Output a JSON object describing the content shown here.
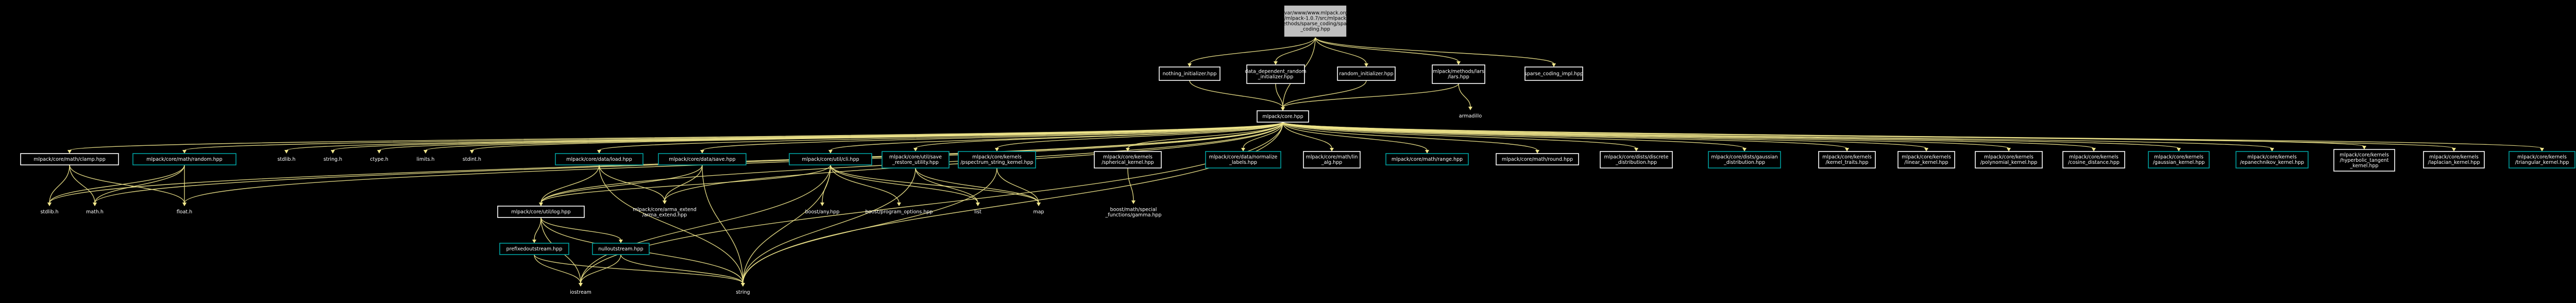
{
  "diagram": {
    "colors": {
      "background": "#000000",
      "edge": "#f0e68c",
      "box_border": "#ffffff",
      "linked_border": "#00a0a0",
      "root_fill": "#bfbfbf",
      "text": "#ffffff"
    },
    "nodes": [
      {
        "id": "root",
        "kind": "root",
        "lines": [
          "/var/www/www.mlpack.org",
          "/mlpack-1.0.7/src/mlpack",
          "/methods/sparse_coding/sparse",
          "_coding.hpp"
        ]
      },
      {
        "id": "nothing_init",
        "kind": "file",
        "lines": [
          "nothing_initializer.hpp"
        ]
      },
      {
        "id": "dd_random_init",
        "kind": "file",
        "lines": [
          "data_dependent_random",
          "_initializer.hpp"
        ]
      },
      {
        "id": "random_init",
        "kind": "file",
        "lines": [
          "random_initializer.hpp"
        ]
      },
      {
        "id": "lars",
        "kind": "file",
        "lines": [
          "mlpack/methods/lars",
          "/lars.hpp"
        ]
      },
      {
        "id": "sc_impl",
        "kind": "file",
        "lines": [
          "sparse_coding_impl.hpp"
        ]
      },
      {
        "id": "core",
        "kind": "file",
        "lines": [
          "mlpack/core.hpp"
        ]
      },
      {
        "id": "armadillo",
        "kind": "plain",
        "lines": [
          "armadillo"
        ]
      },
      {
        "id": "clamp",
        "kind": "file",
        "lines": [
          "mlpack/core/math/clamp.hpp"
        ]
      },
      {
        "id": "random",
        "kind": "linked",
        "lines": [
          "mlpack/core/math/random.hpp"
        ]
      },
      {
        "id": "stdlib",
        "kind": "plain",
        "lines": [
          "stdlib.h"
        ]
      },
      {
        "id": "string_h",
        "kind": "plain",
        "lines": [
          "string.h"
        ]
      },
      {
        "id": "ctype",
        "kind": "plain",
        "lines": [
          "ctype.h"
        ]
      },
      {
        "id": "limits",
        "kind": "plain",
        "lines": [
          "limits.h"
        ]
      },
      {
        "id": "stdint",
        "kind": "plain",
        "lines": [
          "stdint.h"
        ]
      },
      {
        "id": "data_load",
        "kind": "linked",
        "lines": [
          "mlpack/core/data/load.hpp"
        ]
      },
      {
        "id": "data_save",
        "kind": "linked",
        "lines": [
          "mlpack/core/data/save.hpp"
        ]
      },
      {
        "id": "cli",
        "kind": "linked",
        "lines": [
          "mlpack/core/util/cli.hpp"
        ]
      },
      {
        "id": "save_restore",
        "kind": "linked",
        "lines": [
          "mlpack/core/util/save",
          "_restore_utility.hpp"
        ]
      },
      {
        "id": "pspectrum",
        "kind": "linked",
        "lines": [
          "mlpack/core/kernels",
          "/pspectrum_string_kernel.hpp"
        ]
      },
      {
        "id": "spherical",
        "kind": "file",
        "lines": [
          "mlpack/core/kernels",
          "/spherical_kernel.hpp"
        ]
      },
      {
        "id": "normalize",
        "kind": "linked",
        "lines": [
          "mlpack/core/data/normalize",
          "_labels.hpp"
        ]
      },
      {
        "id": "lin_alg",
        "kind": "file",
        "lines": [
          "mlpack/core/math/lin",
          "_alg.hpp"
        ]
      },
      {
        "id": "range",
        "kind": "linked",
        "lines": [
          "mlpack/core/math/range.hpp"
        ]
      },
      {
        "id": "round",
        "kind": "file",
        "lines": [
          "mlpack/core/math/round.hpp"
        ]
      },
      {
        "id": "discrete",
        "kind": "file",
        "lines": [
          "mlpack/core/dists/discrete",
          "_distribution.hpp"
        ]
      },
      {
        "id": "gaussian_dist",
        "kind": "linked",
        "lines": [
          "mlpack/core/dists/gaussian",
          "_distribution.hpp"
        ]
      },
      {
        "id": "kernel_traits",
        "kind": "file",
        "lines": [
          "mlpack/core/kernels",
          "/kernel_traits.hpp"
        ]
      },
      {
        "id": "linear",
        "kind": "file",
        "lines": [
          "mlpack/core/kernels",
          "/linear_kernel.hpp"
        ]
      },
      {
        "id": "polynomial",
        "kind": "file",
        "lines": [
          "mlpack/core/kernels",
          "/polynomial_kernel.hpp"
        ]
      },
      {
        "id": "cosine",
        "kind": "file",
        "lines": [
          "mlpack/core/kernels",
          "/cosine_distance.hpp"
        ]
      },
      {
        "id": "gaussian_kernel",
        "kind": "linked",
        "lines": [
          "mlpack/core/kernels",
          "/gaussian_kernel.hpp"
        ]
      },
      {
        "id": "epanechnikov",
        "kind": "linked",
        "lines": [
          "mlpack/core/kernels",
          "/epanechnikov_kernel.hpp"
        ]
      },
      {
        "id": "hyperbolic",
        "kind": "file",
        "lines": [
          "mlpack/core/kernels",
          "/hyperbolic_tangent",
          "_kernel.hpp"
        ]
      },
      {
        "id": "laplacian",
        "kind": "file",
        "lines": [
          "mlpack/core/kernels",
          "/laplacian_kernel.hpp"
        ]
      },
      {
        "id": "triangular",
        "kind": "linked",
        "lines": [
          "mlpack/core/kernels",
          "/triangular_kernel.hpp"
        ]
      },
      {
        "id": "stdlib_h",
        "kind": "plain",
        "lines": [
          "stdlib.h"
        ]
      },
      {
        "id": "math_h",
        "kind": "plain",
        "lines": [
          "math.h"
        ]
      },
      {
        "id": "float_h",
        "kind": "plain",
        "lines": [
          "float.h"
        ]
      },
      {
        "id": "arma_extend",
        "kind": "plain",
        "lines": [
          "mlpack/core/arma_extend",
          "/arma_extend.hpp"
        ]
      },
      {
        "id": "boost_any",
        "kind": "plain",
        "lines": [
          "boost/any.hpp"
        ]
      },
      {
        "id": "boost_po",
        "kind": "plain",
        "lines": [
          "boost/program_options.hpp"
        ]
      },
      {
        "id": "list",
        "kind": "plain",
        "lines": [
          "list"
        ]
      },
      {
        "id": "map",
        "kind": "plain",
        "lines": [
          "map"
        ]
      },
      {
        "id": "gamma",
        "kind": "plain",
        "lines": [
          "boost/math/special",
          "_functions/gamma.hpp"
        ]
      },
      {
        "id": "log",
        "kind": "file",
        "lines": [
          "mlpack/core/util/log.hpp"
        ]
      },
      {
        "id": "prefixedout",
        "kind": "linked",
        "lines": [
          "prefixedoutstream.hpp"
        ]
      },
      {
        "id": "nulloutstream",
        "kind": "linked",
        "lines": [
          "nulloutstream.hpp"
        ]
      },
      {
        "id": "iostream",
        "kind": "plain",
        "lines": [
          "iostream"
        ]
      },
      {
        "id": "string",
        "kind": "plain",
        "lines": [
          "string"
        ]
      }
    ],
    "edges": [
      [
        "root",
        "nothing_init"
      ],
      [
        "root",
        "dd_random_init"
      ],
      [
        "root",
        "random_init"
      ],
      [
        "root",
        "lars"
      ],
      [
        "root",
        "sc_impl"
      ],
      [
        "root",
        "core"
      ],
      [
        "nothing_init",
        "core"
      ],
      [
        "dd_random_init",
        "core"
      ],
      [
        "random_init",
        "core"
      ],
      [
        "lars",
        "core"
      ],
      [
        "lars",
        "armadillo"
      ],
      [
        "core",
        "clamp"
      ],
      [
        "core",
        "random"
      ],
      [
        "core",
        "stdlib"
      ],
      [
        "core",
        "string_h"
      ],
      [
        "core",
        "ctype"
      ],
      [
        "core",
        "limits"
      ],
      [
        "core",
        "stdint"
      ],
      [
        "core",
        "data_load"
      ],
      [
        "core",
        "data_save"
      ],
      [
        "core",
        "cli"
      ],
      [
        "core",
        "save_restore"
      ],
      [
        "core",
        "pspectrum"
      ],
      [
        "core",
        "spherical"
      ],
      [
        "core",
        "normalize"
      ],
      [
        "core",
        "lin_alg"
      ],
      [
        "core",
        "range"
      ],
      [
        "core",
        "round"
      ],
      [
        "core",
        "discrete"
      ],
      [
        "core",
        "gaussian_dist"
      ],
      [
        "core",
        "kernel_traits"
      ],
      [
        "core",
        "linear"
      ],
      [
        "core",
        "polynomial"
      ],
      [
        "core",
        "cosine"
      ],
      [
        "core",
        "gaussian_kernel"
      ],
      [
        "core",
        "epanechnikov"
      ],
      [
        "core",
        "hyperbolic"
      ],
      [
        "core",
        "laplacian"
      ],
      [
        "core",
        "triangular"
      ],
      [
        "core",
        "stdlib_h"
      ],
      [
        "core",
        "math_h"
      ],
      [
        "core",
        "float_h"
      ],
      [
        "core",
        "arma_extend"
      ],
      [
        "core",
        "log"
      ],
      [
        "core",
        "iostream"
      ],
      [
        "core",
        "string"
      ],
      [
        "clamp",
        "stdlib_h"
      ],
      [
        "clamp",
        "math_h"
      ],
      [
        "clamp",
        "float_h"
      ],
      [
        "random",
        "stdlib_h"
      ],
      [
        "random",
        "math_h"
      ],
      [
        "random",
        "float_h"
      ],
      [
        "data_load",
        "log"
      ],
      [
        "data_load",
        "arma_extend"
      ],
      [
        "data_load",
        "string"
      ],
      [
        "data_save",
        "log"
      ],
      [
        "data_save",
        "arma_extend"
      ],
      [
        "data_save",
        "string"
      ],
      [
        "cli",
        "boost_any"
      ],
      [
        "cli",
        "boost_po"
      ],
      [
        "cli",
        "list"
      ],
      [
        "cli",
        "map"
      ],
      [
        "cli",
        "string"
      ],
      [
        "cli",
        "iostream"
      ],
      [
        "cli",
        "log"
      ],
      [
        "save_restore",
        "list"
      ],
      [
        "save_restore",
        "map"
      ],
      [
        "save_restore",
        "string"
      ],
      [
        "pspectrum",
        "map"
      ],
      [
        "pspectrum",
        "string"
      ],
      [
        "spherical",
        "gamma"
      ],
      [
        "log",
        "prefixedout"
      ],
      [
        "log",
        "nulloutstream"
      ],
      [
        "log",
        "iostream"
      ],
      [
        "log",
        "string"
      ],
      [
        "prefixedout",
        "iostream"
      ],
      [
        "prefixedout",
        "string"
      ],
      [
        "nulloutstream",
        "iostream"
      ],
      [
        "nulloutstream",
        "string"
      ]
    ]
  }
}
